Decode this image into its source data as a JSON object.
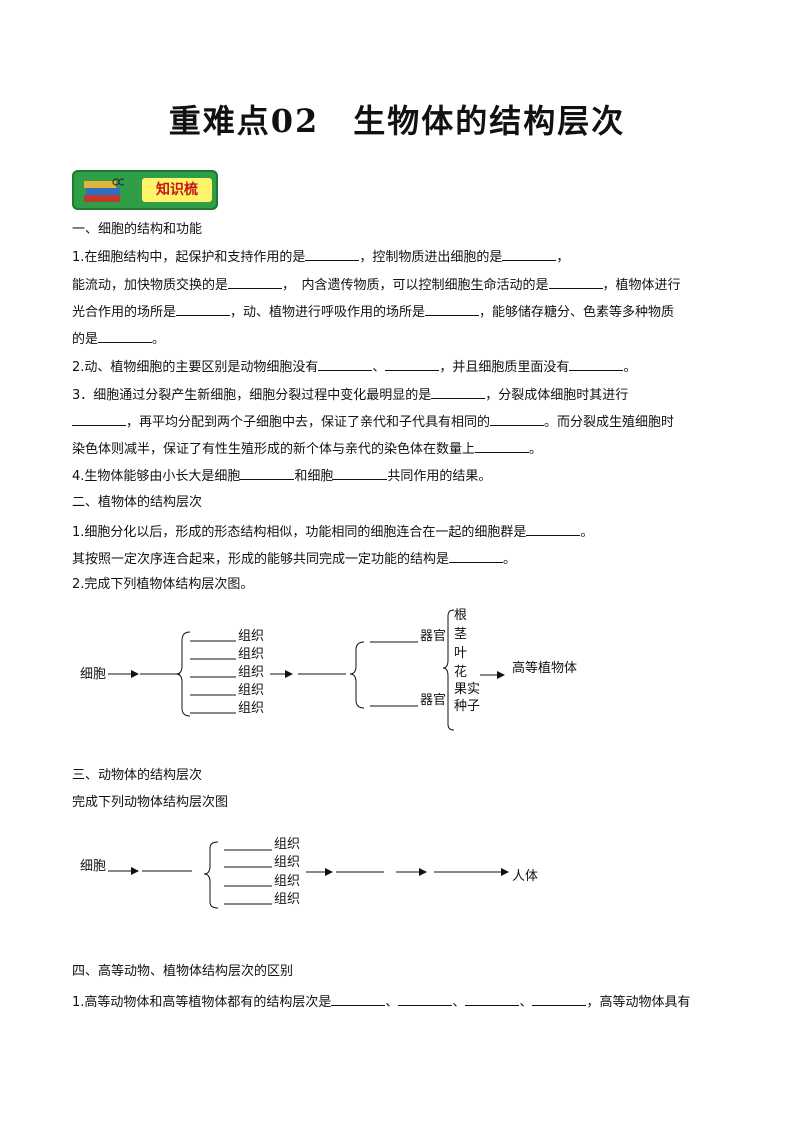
{
  "title": "重难点02　生物体的结构层次",
  "badge": {
    "label": "知识梳"
  },
  "sections": {
    "s1": "一、细胞的结构和功能",
    "s2": "二、植物体的结构层次",
    "s3": "三、动物体的结构层次",
    "s4": "四、高等动物、植物体结构层次的区别"
  },
  "text": {
    "l1a": "1.在细胞结构中，起保护和支持作用的是",
    "l1b": "，控制物质进出细胞的是",
    "l1c": "，",
    "l2a": "能流动，加快物质交换的是",
    "l2b": "，　内含遗传物质，可以控制细胞生命活动的是",
    "l2c": "，植物体进行",
    "l3a": "光合作用的场所是",
    "l3b": "，动、植物进行呼吸作用的场所是",
    "l3c": "，能够储存糖分、色素等多种物质",
    "l4a": "的是",
    "l4b": "。",
    "l5a": "2.动、植物细胞的主要区别是动物细胞没有",
    "l5b": "、",
    "l5c": "，并且细胞质里面没有",
    "l5d": "。",
    "l6a": "3．细胞通过分裂产生新细胞，细胞分裂过程中变化最明显的是",
    "l6b": "，分裂成体细胞时其进行",
    "l7a": "，再平均分配到两个子细胞中去，保证了亲代和子代具有相同的",
    "l7b": "。而分裂成生殖细胞时",
    "l8a": "染色体则减半，保证了有性生殖形成的新个体与亲代的染色体在数量上",
    "l8b": "。",
    "l9a": "4.生物体能够由小长大是细胞",
    "l9b": "和细胞",
    "l9c": "共同作用的结果。",
    "l10a": "1.细胞分化以后，形成的形态结构相似，功能相同的细胞连合在一起的细胞群是",
    "l10b": "。",
    "l11a": "其按照一定次序连合起来，形成的能够共同完成一定功能的结构是",
    "l11b": "。",
    "l12": "2.完成下列植物体结构层次图。",
    "l13": "完成下列动物体结构层次图",
    "l14a": "1.高等动物体和高等植物体都有的结构层次是",
    "l14b": "、",
    "l14c": "、",
    "l14d": "、",
    "l14e": "，高等动物体具有"
  },
  "plant": {
    "cell": "细胞",
    "tissue": "组织",
    "organ": "器官",
    "organs": [
      "根",
      "茎",
      "叶",
      "花",
      "果实",
      "种子"
    ],
    "result": "高等植物体"
  },
  "animal": {
    "cell": "细胞",
    "tissue": "组织",
    "result": "人体"
  }
}
